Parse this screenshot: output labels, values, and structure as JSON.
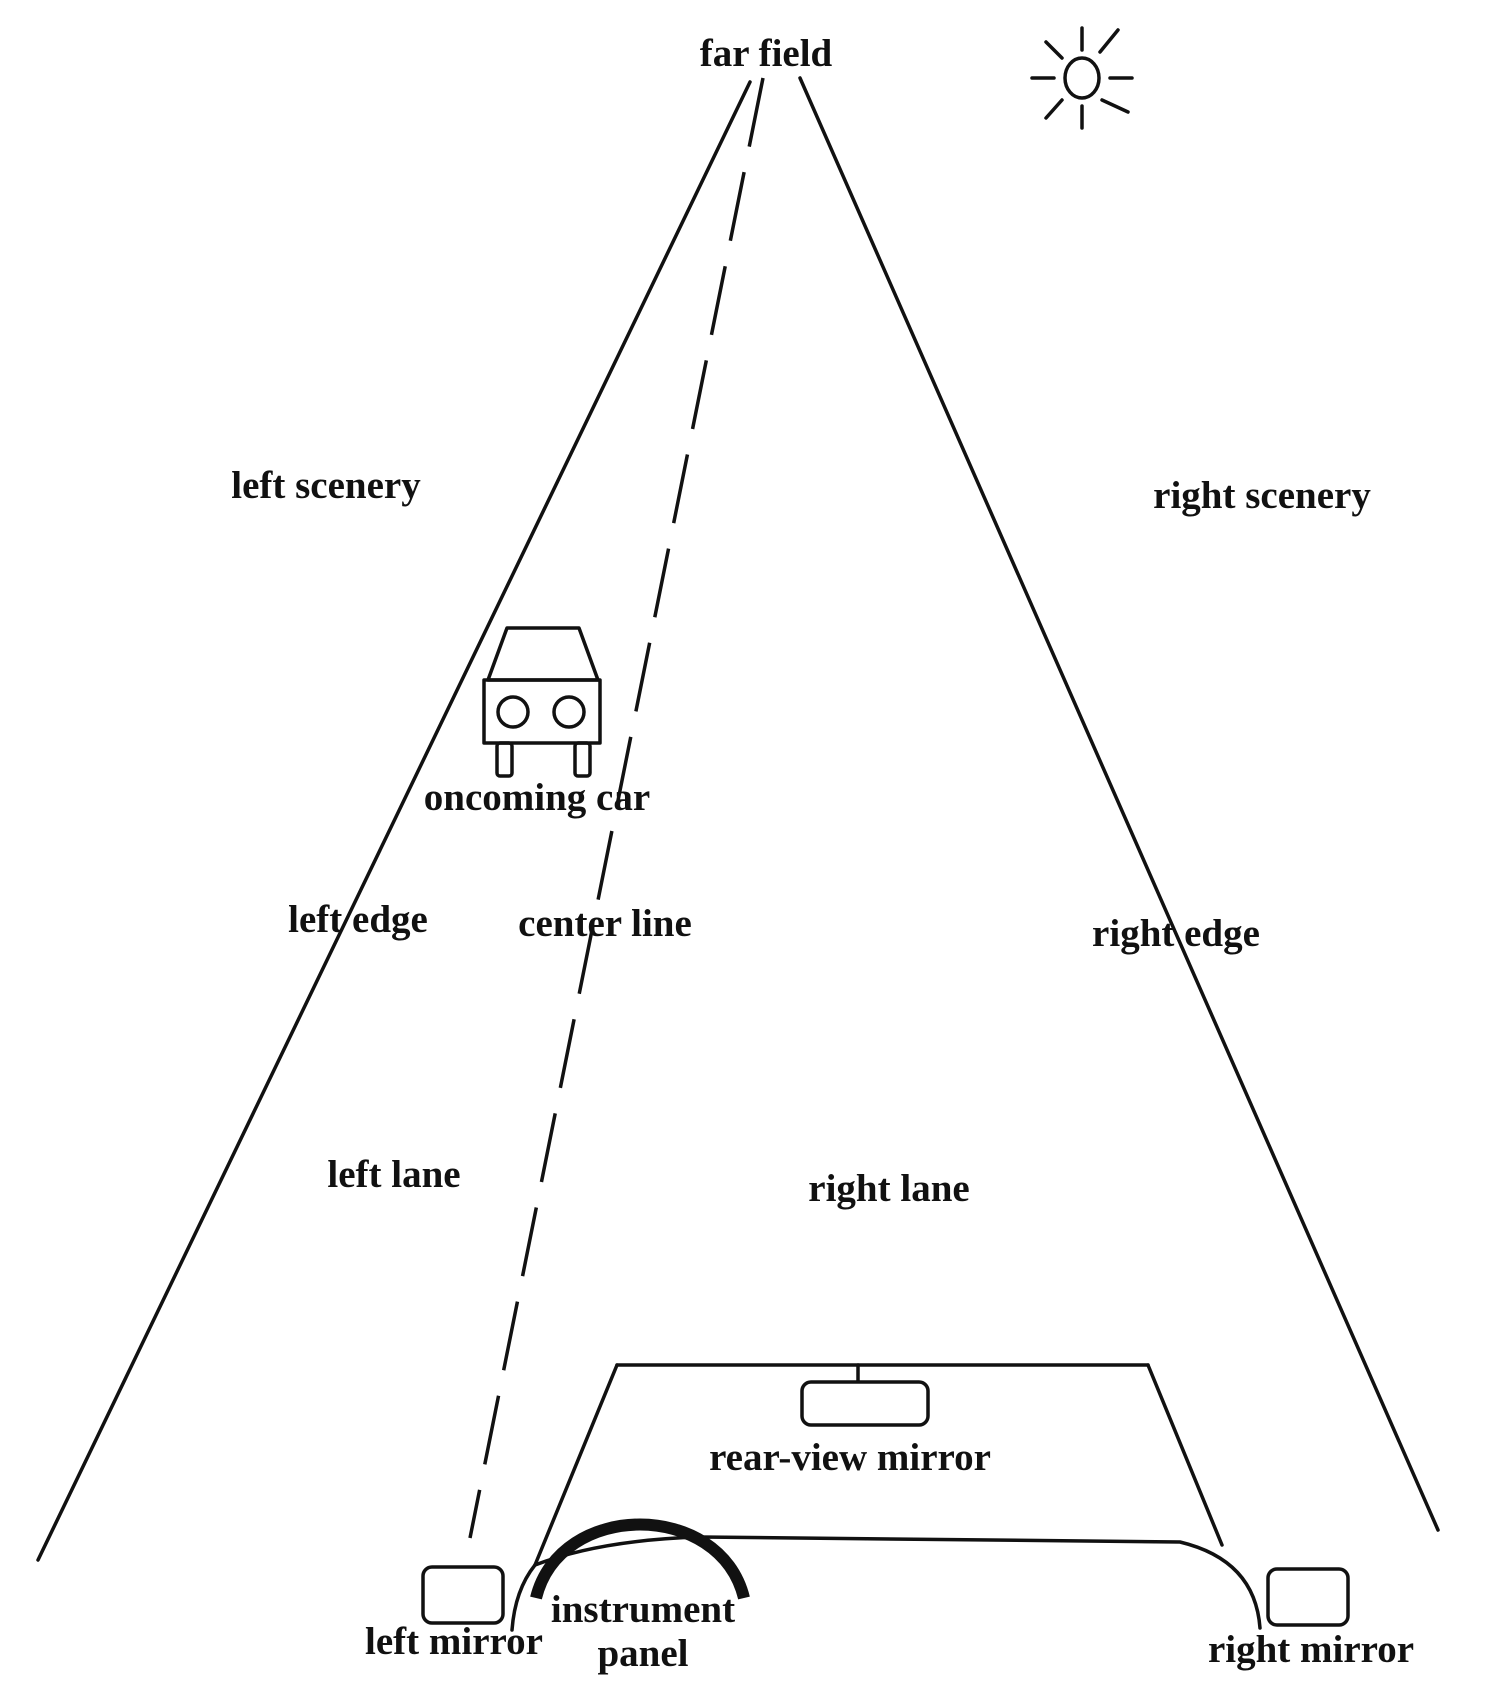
{
  "labels": {
    "far_field": "far field",
    "left_scenery": "left scenery",
    "right_scenery": "right scenery",
    "oncoming_car": "oncoming car",
    "left_edge": "left edge",
    "center_line": "center line",
    "right_edge": "right edge",
    "left_lane": "left lane",
    "right_lane": "right lane",
    "rear_view_mirror": "rear-view mirror",
    "left_mirror": "left mirror",
    "instrument_panel_line1": "instrument",
    "instrument_panel_line2": "panel",
    "right_mirror": "right mirror"
  },
  "icons": {
    "sun": "sun-icon",
    "car": "oncoming-car-icon"
  },
  "colors": {
    "ink": "#111111",
    "background": "#ffffff"
  }
}
